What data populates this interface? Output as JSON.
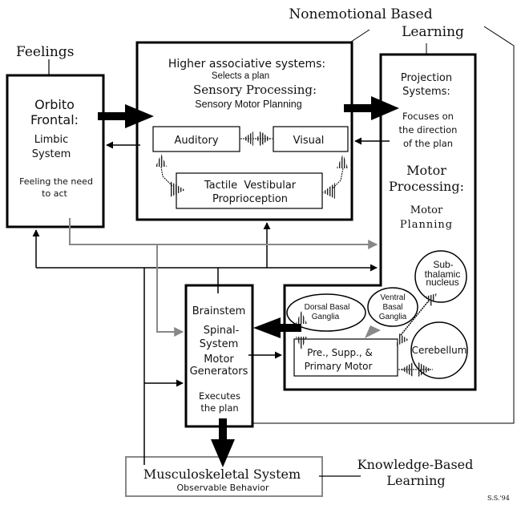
{
  "diagram": {
    "labels": {
      "feelings": "Feelings",
      "nonemotional_line1": "Nonemotional Based",
      "nonemotional_line2": "Learning",
      "knowledge_line1": "Knowledge-Based",
      "knowledge_line2": "Learning",
      "signature": "S.S.'94"
    },
    "orbito_frontal": {
      "title1": "Orbito",
      "title2": "Frontal:",
      "sub1": "Limbic",
      "sub2": "System",
      "desc1": "Feeling the need",
      "desc2": "to act"
    },
    "higher_associative": {
      "title": "Higher associative systems:",
      "subtitle": "Selects a plan",
      "heading": "Sensory Processing:",
      "subheading": "Sensory Motor Planning",
      "auditory": "Auditory",
      "visual": "Visual",
      "tactile1": "Tactile  Vestibular",
      "tactile2": "Proprioception"
    },
    "projection": {
      "title1": "Projection",
      "title2": "Systems:",
      "desc1": "Focuses on",
      "desc2": "the direction",
      "desc3": "of the plan",
      "heading1": "Motor",
      "heading2": "Processing:",
      "sub1": "Motor",
      "sub2": "Planning"
    },
    "motor_cluster": {
      "subthalamic1": "Sub-",
      "subthalamic2": "thalamic",
      "subthalamic3": "nucleus",
      "dorsal1": "Dorsal Basal",
      "dorsal2": "Ganglia",
      "ventral1": "Ventral",
      "ventral2": "Basal",
      "ventral3": "Ganglia",
      "premotor1": "Pre., Supp., &",
      "premotor2": "Primary Motor",
      "cerebellum": "Cerebellum"
    },
    "brainstem": {
      "title": "Brainstem",
      "spinal1": "Spinal-",
      "spinal2": "System",
      "motor1": "Motor",
      "motor2": "Generators",
      "exec1": "Executes",
      "exec2": "the plan"
    },
    "musculoskeletal": {
      "title": "Musculoskeletal System",
      "subtitle": "Observable Behavior"
    },
    "colors": {
      "line": "#000000",
      "grey_path": "#888888",
      "background": "#ffffff"
    }
  }
}
